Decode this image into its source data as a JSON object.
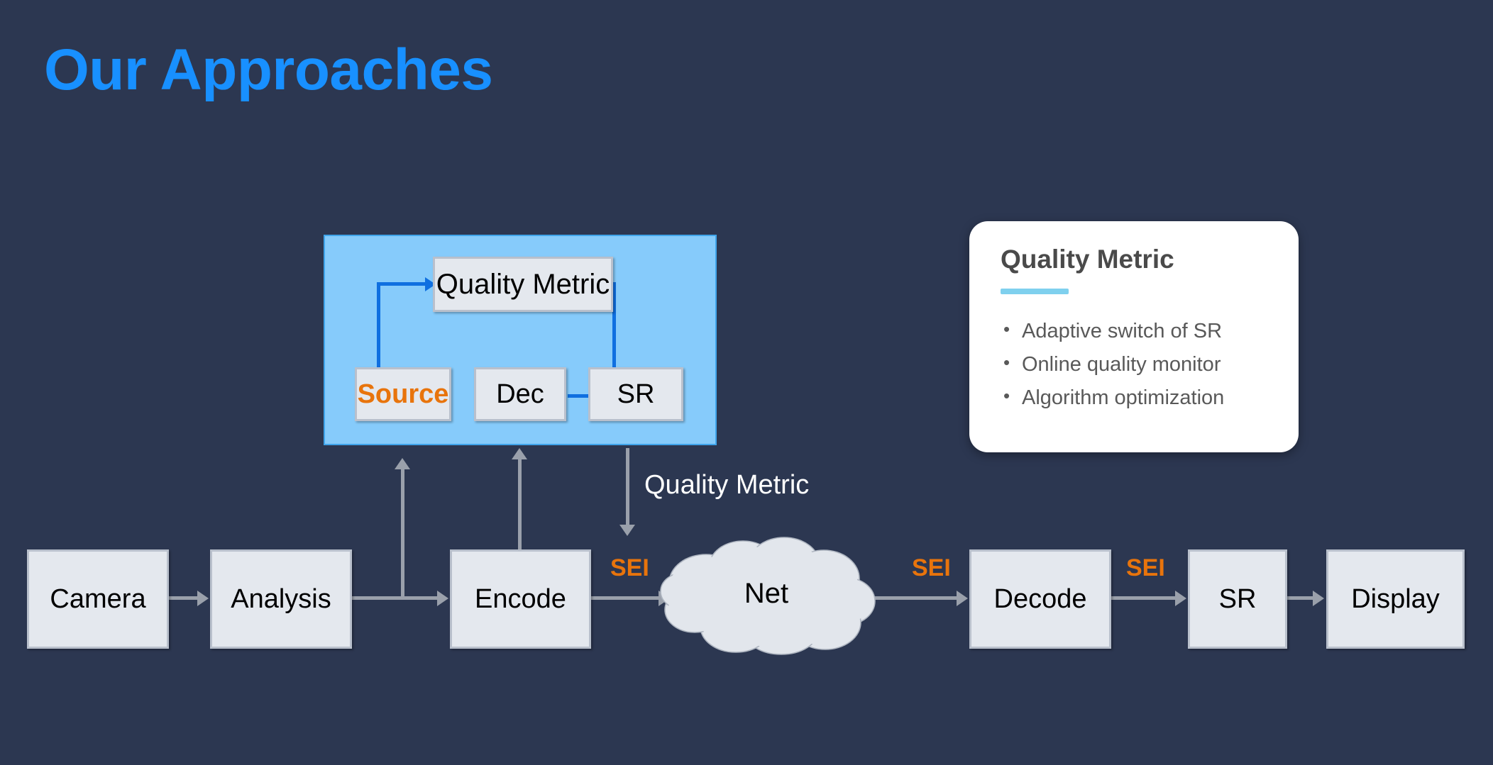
{
  "slide": {
    "title": "Our Approaches",
    "background_color": "#2c3751",
    "title_color": "#1890ff"
  },
  "loop_panel": {
    "panel_color": "#86cbfb",
    "arrow_color": "#0f6fe0",
    "quality_metric_box": "Quality Metric",
    "source_box": "Source",
    "source_color": "#e8740c",
    "dec_box": "Dec",
    "sr_box": "SR"
  },
  "info_card": {
    "title": "Quality Metric",
    "accent_color": "#7fd0ee",
    "bullets": [
      "Adaptive switch of SR",
      "Online quality monitor",
      "Algorithm optimization"
    ]
  },
  "pipeline": {
    "camera": "Camera",
    "analysis": "Analysis",
    "encode": "Encode",
    "net": "Net",
    "decode": "Decode",
    "sr": "SR",
    "display": "Display",
    "sei_label_1": "SEI",
    "sei_label_2": "SEI",
    "sei_label_3": "SEI",
    "sei_color": "#e8740c",
    "quality_metric_flow_label": "Quality Metric"
  }
}
